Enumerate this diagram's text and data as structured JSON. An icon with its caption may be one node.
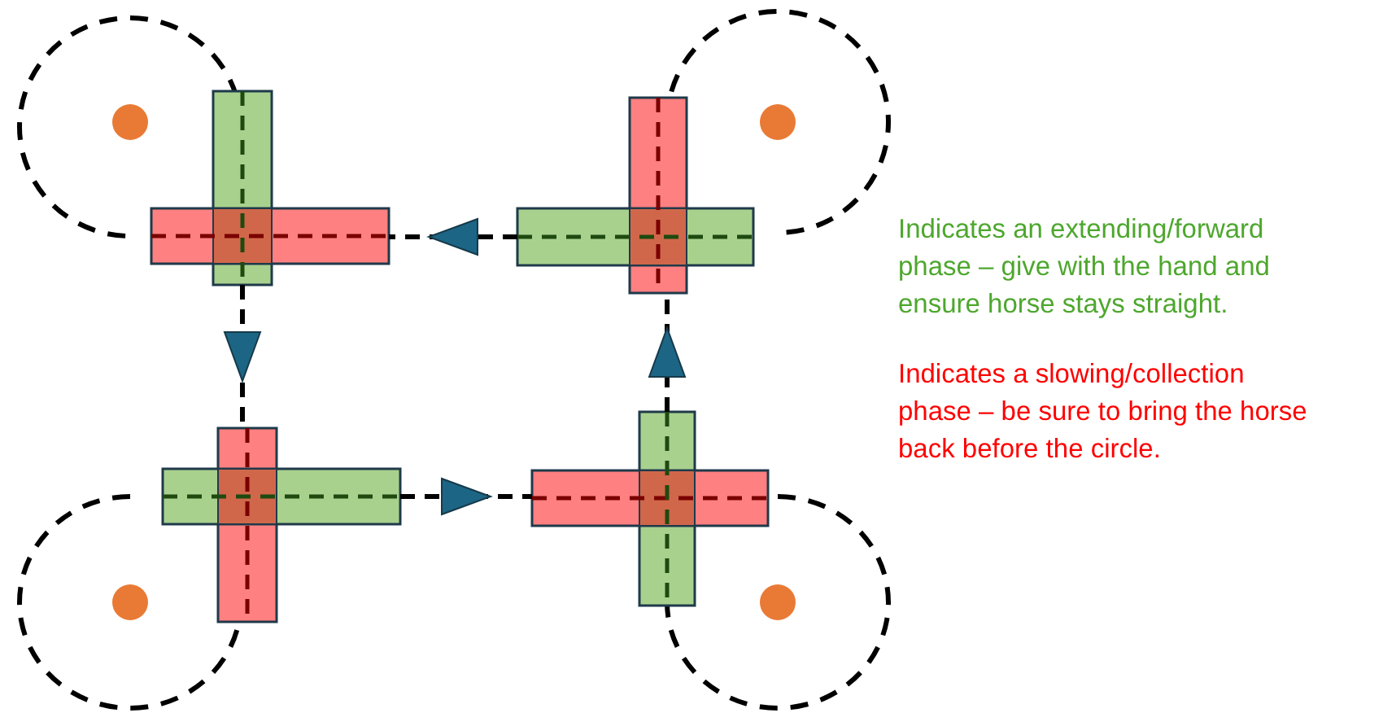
{
  "diagram": {
    "nodes": [
      {
        "text": [],
        "shape": "cross"
      },
      {
        "text": [],
        "shape": "cross"
      },
      {
        "text": [],
        "shape": "cross"
      },
      {
        "text": [],
        "shape": "cross"
      }
    ],
    "edges": [
      {
        "from": 1,
        "to": 0,
        "arrow": "to",
        "style": "dashed"
      },
      {
        "from": 0,
        "to": 2,
        "arrow": "to",
        "style": "dashed"
      },
      {
        "from": 2,
        "to": 3,
        "arrow": "to",
        "style": "dashed"
      },
      {
        "from": 3,
        "to": 1,
        "arrow": "to",
        "style": "dashed"
      }
    ],
    "legend": [
      {
        "text": "Indicates an extending/forward phase – give with the hand and ensure horse stays straight.",
        "color": "#4ea72e"
      },
      {
        "text": "Indicates a slowing/collection phase – be sure to bring the horse back before the circle.",
        "color": "#ff0000"
      }
    ]
  }
}
